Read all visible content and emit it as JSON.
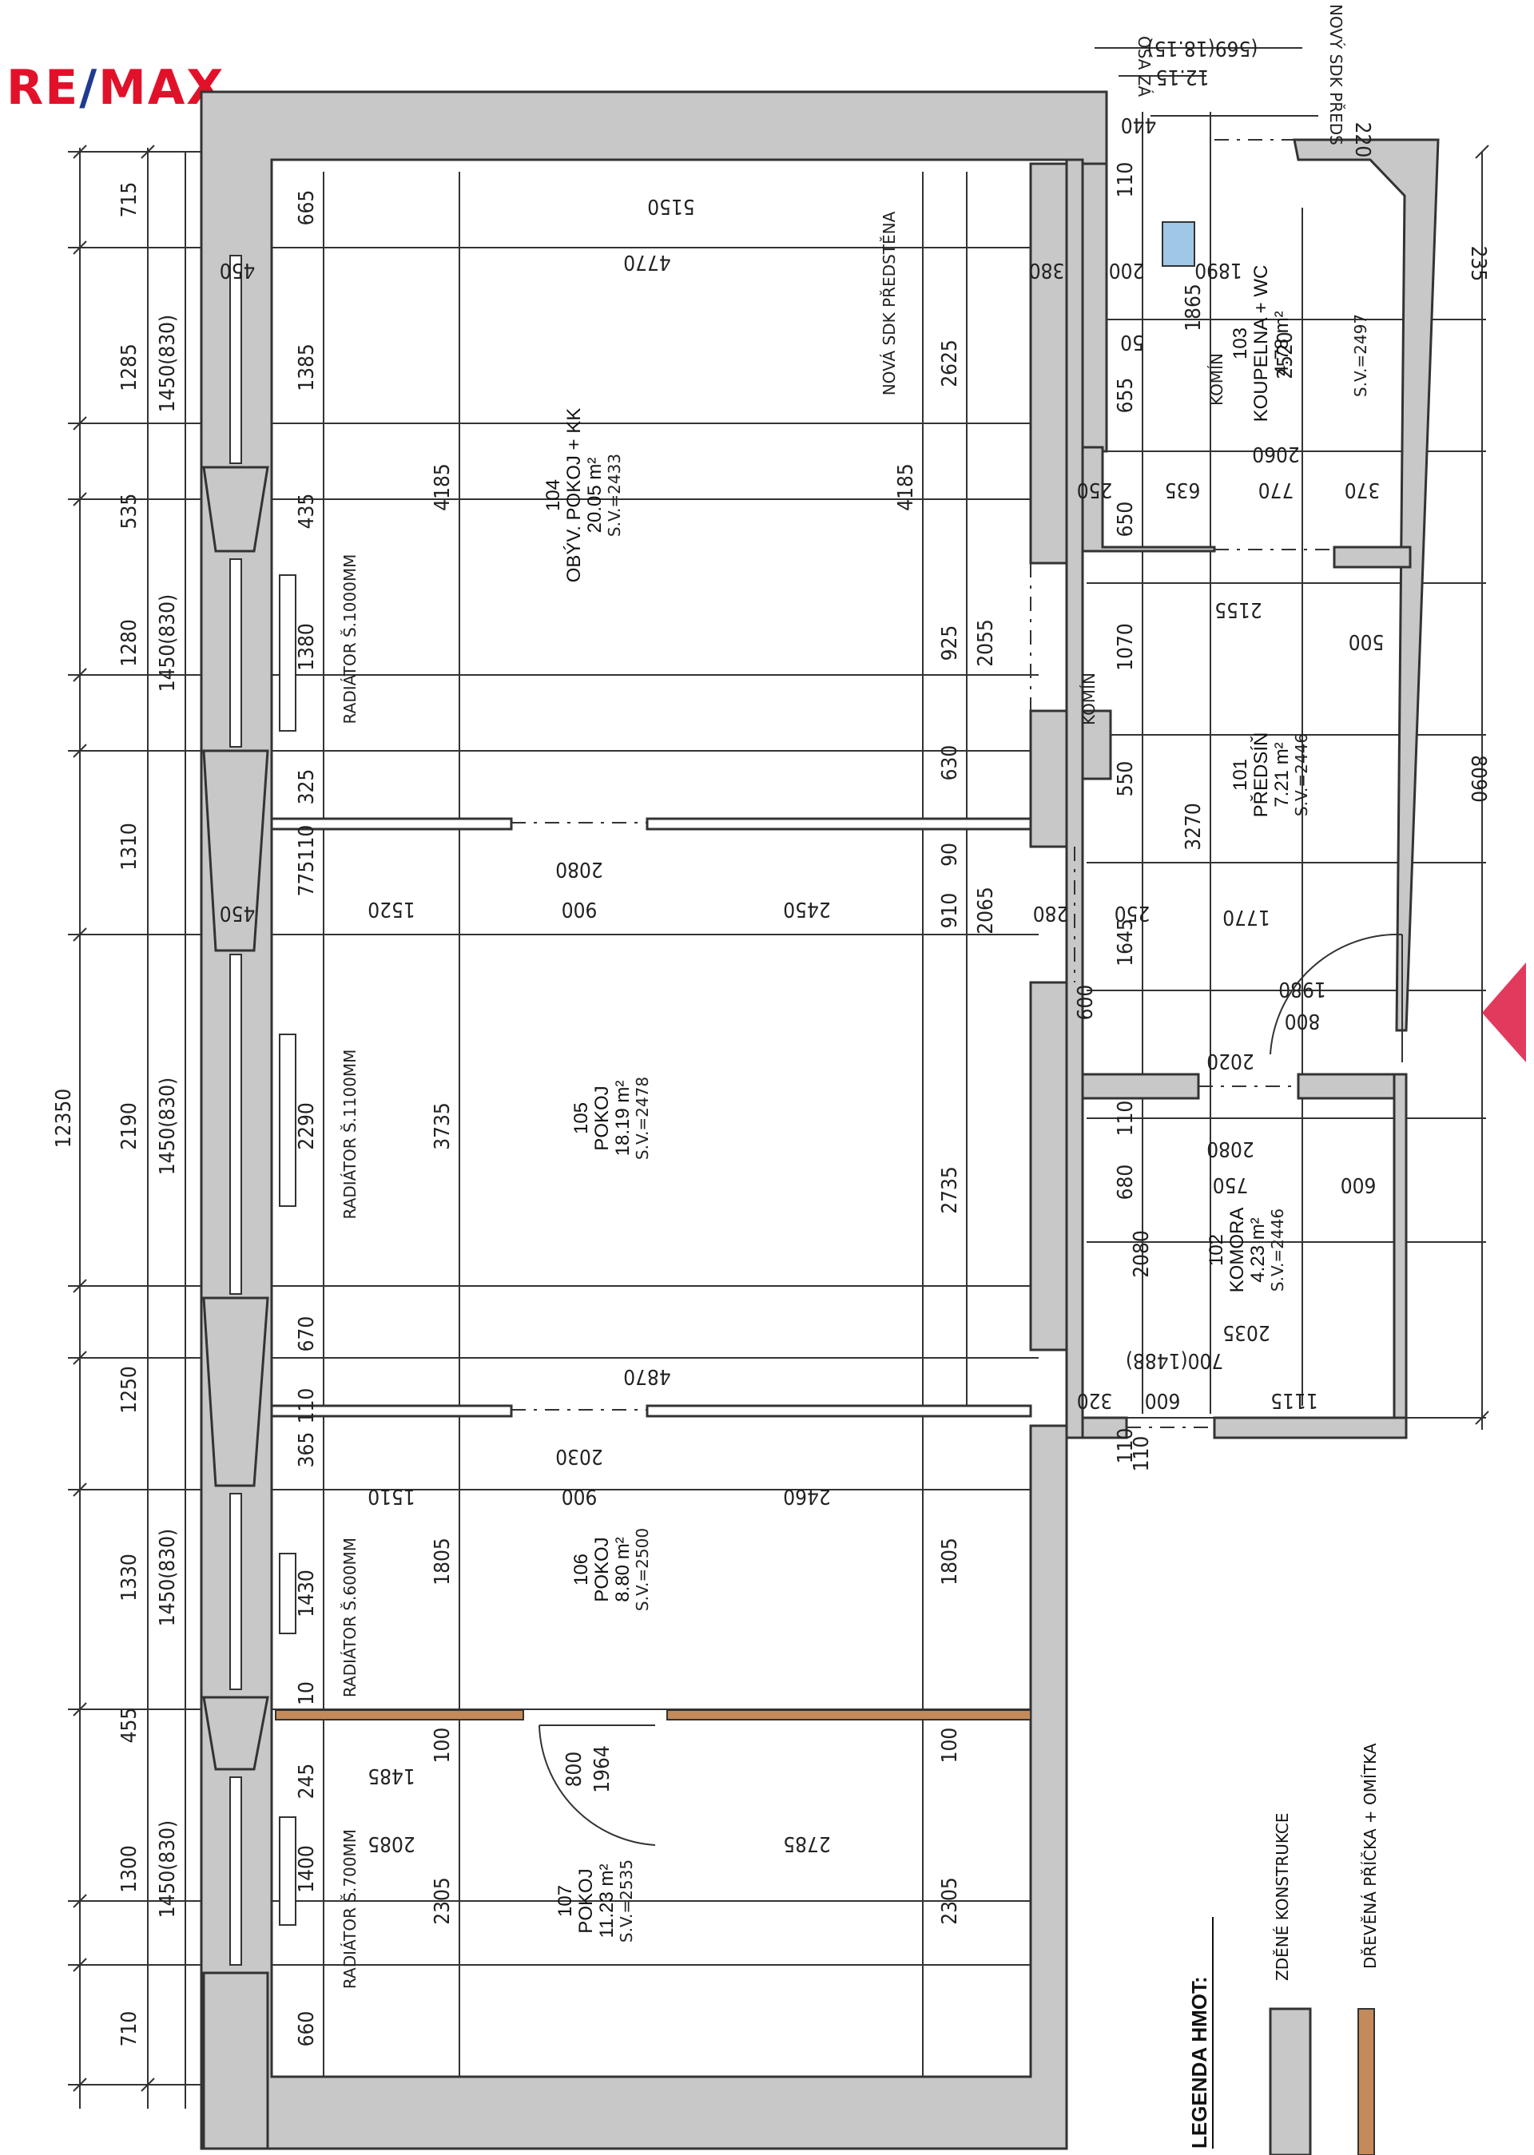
{
  "brand": {
    "re": "RE",
    "slash": "/",
    "max": "MAX"
  },
  "colors": {
    "wall": "#c8c8c8",
    "wall_stroke": "#333333",
    "wood_partition": "#c48a5a",
    "arrow": "#e23a5c",
    "brand_red": "#e2112a",
    "brand_blue": "#1f3a93"
  },
  "overall": {
    "length": "12350",
    "depth": "8090",
    "right_width": "235"
  },
  "top_annotations": {
    "osa": "OSA ZÁ",
    "dim_a": "(569(18.15)",
    "dim_b": "12.15",
    "novy_sdk": "NOVÝ SDK PŘEDS",
    "dim_440": "440",
    "dim_220": "220"
  },
  "rooms": [
    {
      "number": "104",
      "name": "OBÝV. POKOJ + KK",
      "area": "20.05 m²",
      "sv": "S.V.=2433"
    },
    {
      "number": "103",
      "name": "KOUPELNA + WC",
      "area": "4.78 m²",
      "sv": ""
    },
    {
      "number": "101",
      "name": "PŘEDSÍŇ",
      "area": "7.21 m²",
      "sv": "S.V.=2446"
    },
    {
      "number": "105",
      "name": "POKOJ",
      "area": "18.19 m²",
      "sv": "S.V.=2478"
    },
    {
      "number": "102",
      "name": "KOMORA",
      "area": "4.23 m²",
      "sv": "S.V.=2446"
    },
    {
      "number": "106",
      "name": "POKOJ",
      "area": "8.80 m²",
      "sv": "S.V.=2500"
    },
    {
      "number": "107",
      "name": "POKOJ",
      "area": "11.23 m²",
      "sv": "S.V.=2535"
    }
  ],
  "left_dims_outer": [
    "715",
    "1285",
    "535",
    "1280",
    "1310",
    "2190",
    "1250",
    "1330",
    "455",
    "1300",
    "710"
  ],
  "left_dims_windows": [
    "1450(830)",
    "1450(830)",
    "1450(830)",
    "1450(830)",
    "1450(830)"
  ],
  "inner_dims": {
    "r104": [
      "665",
      "1385",
      "435",
      "1380",
      "325",
      "4185",
      "4185",
      "5150",
      "4770",
      "2625",
      "925",
      "2055",
      "630",
      "380"
    ],
    "r105": [
      "775",
      "110",
      "2290",
      "670",
      "3735",
      "2735",
      "1520",
      "900",
      "2450",
      "2080",
      "910",
      "2065",
      "4870",
      "90"
    ],
    "r106": [
      "365",
      "110",
      "1430",
      "10",
      "1805",
      "1805",
      "1510",
      "900",
      "2460",
      "2030",
      "100",
      "100"
    ],
    "r107": [
      "245",
      "1400",
      "660",
      "2305",
      "2305",
      "2085",
      "2785",
      "1485",
      "800",
      "1964"
    ],
    "r103": [
      "110",
      "1890",
      "1865",
      "2520",
      "655",
      "635",
      "650",
      "2060",
      "770",
      "370",
      "250",
      "50",
      "200"
    ],
    "r101": [
      "1070",
      "550",
      "3270",
      "1770",
      "2155",
      "500",
      "250",
      "1645",
      "280",
      "600",
      "1980",
      "800",
      "2020"
    ],
    "r102": [
      "110",
      "2080",
      "680",
      "750",
      "600",
      "2080",
      "2035",
      "700(1488)",
      "600",
      "320",
      "1115",
      "110"
    ],
    "other": [
      "450",
      "450",
      "110"
    ]
  },
  "labels": {
    "radiator_1": "RADIÁTOR Š.1000MM",
    "radiator_2": "RADIÁTOR Š.1100MM",
    "radiator_3": "RADIÁTOR Š.600MM",
    "radiator_4": "RADIÁTOR Š.700MM",
    "novy_sdk_predstena": "NOVÁ SDK PŘEDSTĚNA",
    "komin_1": "KOMÍN",
    "komin_2": "KOMÍN",
    "sv_103": "S.V.=2497"
  },
  "legend": {
    "title": "LEGENDA HMOT:",
    "items": [
      {
        "label": "ZDĚNÉ KONSTRUKCE",
        "color": "#c8c8c8"
      },
      {
        "label": "DŘEVĚNÁ PŘÍČKA + OMÍTKA",
        "color": "#c48a5a"
      }
    ]
  }
}
